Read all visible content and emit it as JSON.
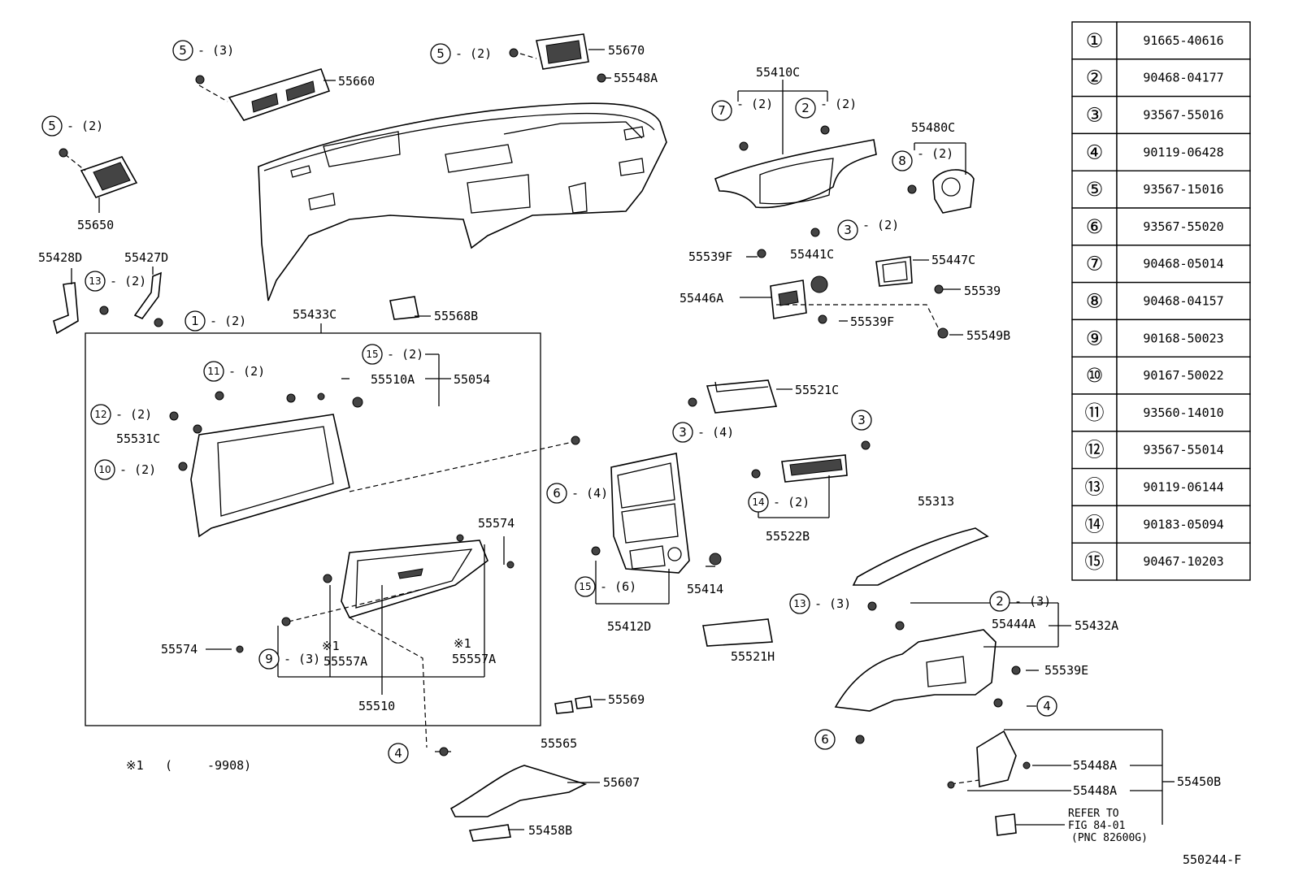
{
  "diagram_id": "550244-F",
  "footnote": {
    "mark": "※1",
    "open": "(",
    "text": "-9908)"
  },
  "refer": {
    "line1": "REFER TO",
    "line2": "FIG 84-01",
    "line3": "(PNC 82600G)"
  },
  "marks": {
    "asterisk1": "※1"
  },
  "qty": {
    "q2": "- (2)",
    "q3": "- (3)",
    "q4": "- (4)",
    "q6": "- (6)"
  },
  "parts": {
    "p55660": "55660",
    "p55670": "55670",
    "p55548A": "55548A",
    "p55650": "55650",
    "p55428D": "55428D",
    "p55427D": "55427D",
    "p55433C": "55433C",
    "p55568B": "55568B",
    "p55510A": "55510A",
    "p55054": "55054",
    "p55531C": "55531C",
    "p55574a": "55574",
    "p55574b": "55574",
    "p55557Aa": "55557A",
    "p55557Ab": "55557A",
    "p55510": "55510",
    "p55410C": "55410C",
    "p55480C": "55480C",
    "p55539F1": "55539F",
    "p55441C": "55441C",
    "p55447C": "55447C",
    "p55446A": "55446A",
    "p55539": "55539",
    "p55539F2": "55539F",
    "p55549B": "55549B",
    "p55521C": "55521C",
    "p55522B": "55522B",
    "p55412D": "55412D",
    "p55414": "55414",
    "p55313": "55313",
    "p55521H": "55521H",
    "p55444A": "55444A",
    "p55432A": "55432A",
    "p55539E": "55539E",
    "p55569": "55569",
    "p55565": "55565",
    "p55607": "55607",
    "p55458B": "55458B",
    "p55448Aa": "55448A",
    "p55448Ab": "55448A",
    "p55450B": "55450B"
  },
  "table": [
    {
      "num": "①",
      "part": "91665-40616"
    },
    {
      "num": "②",
      "part": "90468-04177"
    },
    {
      "num": "③",
      "part": "93567-55016"
    },
    {
      "num": "④",
      "part": "90119-06428"
    },
    {
      "num": "⑤",
      "part": "93567-15016"
    },
    {
      "num": "⑥",
      "part": "93567-55020"
    },
    {
      "num": "⑦",
      "part": "90468-05014"
    },
    {
      "num": "⑧",
      "part": "90468-04157"
    },
    {
      "num": "⑨",
      "part": "90168-50023"
    },
    {
      "num": "⑩",
      "part": "90167-50022"
    },
    {
      "num": "⑪",
      "part": "93560-14010"
    },
    {
      "num": "⑫",
      "part": "93567-55014"
    },
    {
      "num": "⑬",
      "part": "90119-06144"
    },
    {
      "num": "⑭",
      "part": "90183-05094"
    },
    {
      "num": "⑮",
      "part": "90467-10203"
    }
  ]
}
